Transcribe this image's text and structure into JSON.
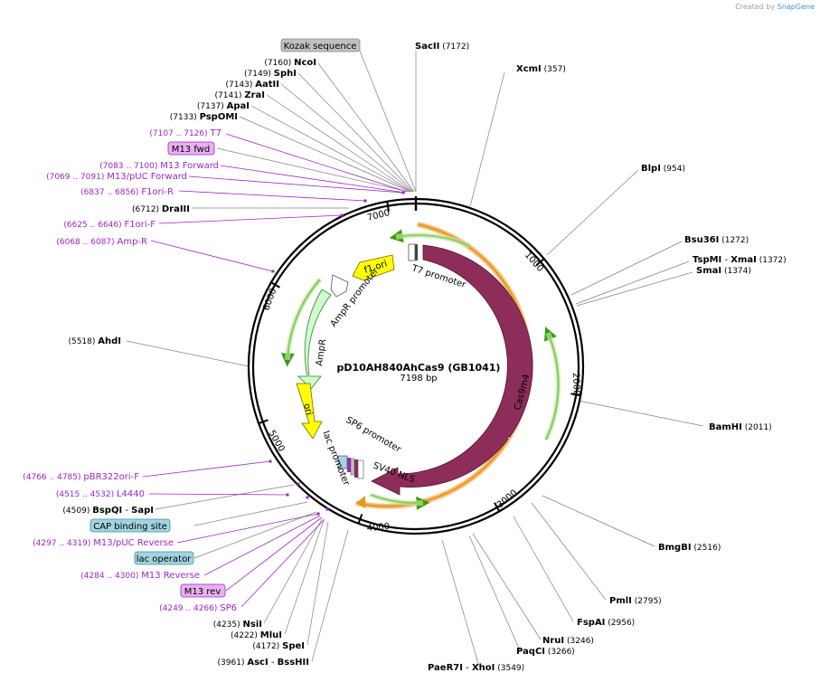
{
  "credit": {
    "prefix": "Created by",
    "brand": "SnapGene"
  },
  "plasmid": {
    "name": "pD10AH840AhCas9 (GB1041)",
    "length_label": "7198 bp",
    "length": 7198
  },
  "ticks": [
    "1000",
    "2000",
    "3000",
    "4000",
    "5000",
    "6000",
    "7000"
  ],
  "features": [
    {
      "name": "Cas9m4",
      "color": "#8c2d5a"
    },
    {
      "name": "SV40 NLS",
      "color": "#8c2d5a"
    },
    {
      "name": "T7 promoter",
      "color": "#ffffff"
    },
    {
      "name": "f1 ori",
      "color": "#ffff00"
    },
    {
      "name": "AmpR promoter",
      "color": "#ffffff"
    },
    {
      "name": "AmpR",
      "color": "#ccffcc"
    },
    {
      "name": "ori",
      "color": "#ffff00"
    },
    {
      "name": "lac promoter",
      "color": "#ffffff"
    },
    {
      "name": "SP6 promoter",
      "color": "#ffffff"
    }
  ],
  "left_labels": [
    {
      "kind": "site",
      "pos": "(7160)",
      "name": "NcoI"
    },
    {
      "kind": "site",
      "pos": "(7149)",
      "name": "SphI"
    },
    {
      "kind": "site",
      "pos": "(7143)",
      "name": "AatII"
    },
    {
      "kind": "site",
      "pos": "(7141)",
      "name": "ZraI"
    },
    {
      "kind": "site",
      "pos": "(7137)",
      "name": "ApaI"
    },
    {
      "kind": "site",
      "pos": "(7133)",
      "name": "PspOMI"
    },
    {
      "kind": "primer",
      "pos": "(7107 .. 7126)",
      "name": "T7"
    },
    {
      "kind": "primer",
      "pos": "(7083 .. 7100)",
      "name": "M13 Forward"
    },
    {
      "kind": "primer",
      "pos": "(7069 .. 7091)",
      "name": "M13/pUC Forward"
    },
    {
      "kind": "primer",
      "pos": "(6837 .. 6856)",
      "name": "F1ori-R"
    },
    {
      "kind": "site",
      "pos": "(6712)",
      "name": "DraIII"
    },
    {
      "kind": "primer",
      "pos": "(6625 .. 6646)",
      "name": "F1ori-F"
    },
    {
      "kind": "primer",
      "pos": "(6068 .. 6087)",
      "name": "Amp-R"
    },
    {
      "kind": "site",
      "pos": "(5518)",
      "name": "AhdI"
    },
    {
      "kind": "primer",
      "pos": "(4766 .. 4785)",
      "name": "pBR322ori-F"
    },
    {
      "kind": "primer",
      "pos": "(4515 .. 4532)",
      "name": "L4440"
    },
    {
      "kind": "site",
      "pos": "(4509)",
      "name": "BspQI",
      "name2": "SapI"
    },
    {
      "kind": "primer",
      "pos": "(4297 .. 4319)",
      "name": "M13/pUC Reverse"
    },
    {
      "kind": "primer",
      "pos": "(4284 .. 4300)",
      "name": "M13 Reverse"
    },
    {
      "kind": "primer",
      "pos": "(4249 .. 4266)",
      "name": "SP6"
    },
    {
      "kind": "site",
      "pos": "(4235)",
      "name": "NsiI"
    },
    {
      "kind": "site",
      "pos": "(4222)",
      "name": "MluI"
    },
    {
      "kind": "site",
      "pos": "(4172)",
      "name": "SpeI"
    },
    {
      "kind": "site",
      "pos": "(3961)",
      "name": "AscI",
      "name2": "BssHII"
    }
  ],
  "box_labels": [
    {
      "text": "Kozak sequence",
      "color": "#c0c0c0"
    },
    {
      "text": "M13 fwd",
      "color": "#e8b0f0"
    },
    {
      "text": "CAP binding site",
      "color": "#a0d4e0"
    },
    {
      "text": "lac operator",
      "color": "#a0d4e0"
    },
    {
      "text": "M13 rev",
      "color": "#e8b0f0"
    }
  ],
  "right_labels": [
    {
      "name": "SacII",
      "pos": "(7172)"
    },
    {
      "name": "XcmI",
      "pos": "(357)"
    },
    {
      "name": "BlpI",
      "pos": "(954)"
    },
    {
      "name": "Bsu36I",
      "pos": "(1272)"
    },
    {
      "name": "TspMI",
      "name2": "XmaI",
      "pos": "(1372)"
    },
    {
      "name": "SmaI",
      "pos": "(1374)"
    },
    {
      "name": "BamHI",
      "pos": "(2011)"
    },
    {
      "name": "BmgBI",
      "pos": "(2516)"
    },
    {
      "name": "PmlI",
      "pos": "(2795)"
    },
    {
      "name": "FspAI",
      "pos": "(2956)"
    },
    {
      "name": "NruI",
      "pos": "(3246)"
    },
    {
      "name": "PaqCI",
      "pos": "(3266)"
    },
    {
      "name": "PaeR7I",
      "name2": "XhoI",
      "pos": "(3549)"
    }
  ],
  "colors": {
    "primer": "#9c27c6",
    "orange": "#f0a020",
    "green": "#3a9a10",
    "cas9": "#8c2d5a"
  }
}
